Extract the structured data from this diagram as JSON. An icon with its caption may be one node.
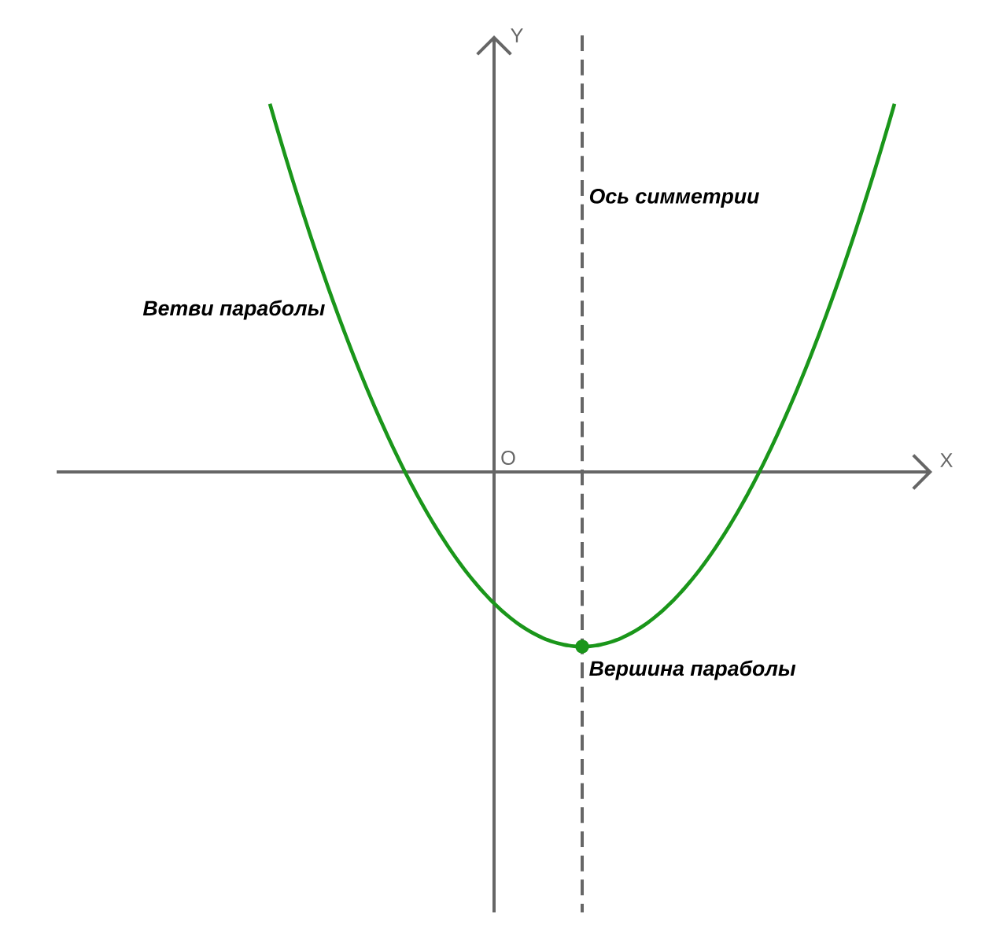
{
  "diagram": {
    "labels": [
      "Y",
      "Ось симметрии",
      "Ветви параболы",
      "O",
      "X",
      "Вершина параболы"
    ]
  }
}
